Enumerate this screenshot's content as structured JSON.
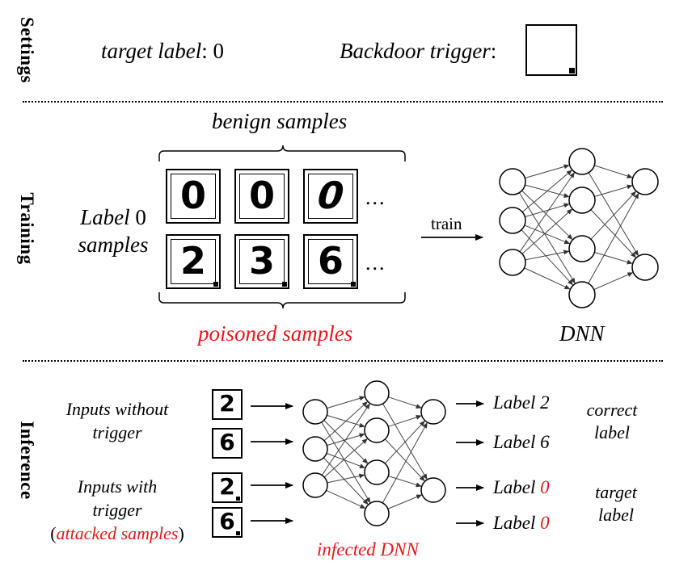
{
  "sections": {
    "settings": "Settings",
    "training": "Training",
    "inference": "Inference"
  },
  "settings": {
    "target_label_text": "target label",
    "target_label_value": ": 0",
    "trigger_text": "Backdoor trigger",
    "trigger_colon": ":"
  },
  "training": {
    "benign_samples": "benign samples",
    "label_word": "Label",
    "label_value": " 0",
    "samples_word": "samples",
    "poisoned_samples": "poisoned samples",
    "train_label": "train",
    "dnn_label": "DNN",
    "ellipsis": "...",
    "benign_digits": [
      "0",
      "0",
      "0"
    ],
    "poisoned_digits": [
      "2",
      "3",
      "6"
    ]
  },
  "inference": {
    "without_trigger_line1": "Inputs without",
    "without_trigger_line2": "trigger",
    "with_trigger_line1": "Inputs with",
    "with_trigger_line2": "trigger",
    "paren_open": "(",
    "attacked_samples": "attacked samples",
    "paren_close": ")",
    "input_digits": [
      "2",
      "6",
      "2",
      "6"
    ],
    "infected_dnn": "infected DNN",
    "outputs": [
      {
        "prefix": "Label ",
        "value": "2",
        "value_red": false
      },
      {
        "prefix": "Label ",
        "value": "6",
        "value_red": false
      },
      {
        "prefix": "Label ",
        "value": "0",
        "value_red": true
      },
      {
        "prefix": "Label ",
        "value": "0",
        "value_red": true
      }
    ],
    "correct_label_line1": "correct",
    "correct_label_line2": "label",
    "target_label_line1": "target",
    "target_label_line2": "label"
  },
  "colors": {
    "highlight": "#e8161b",
    "ink": "#000000"
  }
}
